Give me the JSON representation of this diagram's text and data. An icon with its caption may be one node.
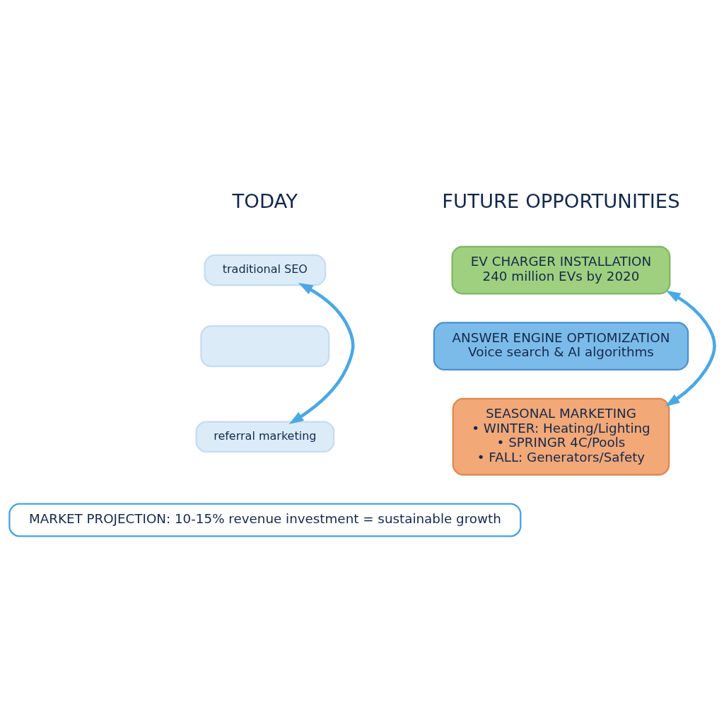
{
  "diagram": {
    "nodes": [
      {
        "text": [
          "traditional SEO"
        ]
      },
      {
        "text": [],
        "shape": "box"
      },
      {
        "text": [
          "referral marketing"
        ]
      },
      {
        "text": [
          "EV CHARGER INSTALLATION",
          "240 million EVs by 2020"
        ]
      },
      {
        "text": [
          "ANSWER ENGINE OPTIOMIZATION",
          "Voice search & AI algorithms"
        ]
      },
      {
        "text": [
          "SEASONAL MARKETING",
          "• WINTER: Heating/Lighting",
          "• SPRINGR 4C/Pools",
          "• FALL: Generators/Safety"
        ]
      },
      {
        "text": [
          "MARKET PROJECTION: 10-15% revenue investment = sustainable growth"
        ]
      }
    ],
    "edges": [
      {
        "from": 0,
        "to": 2,
        "arrow": "both"
      },
      {
        "from": 3,
        "to": 5,
        "arrow": "both"
      }
    ],
    "labels": [
      "TODAY",
      "FUTURE OPPORTUNITIES"
    ]
  }
}
